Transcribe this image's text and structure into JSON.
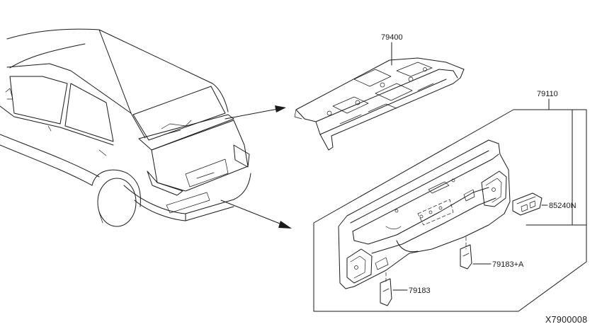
{
  "parts": {
    "rear_parcel_shelf": "79400",
    "rear_panel_assembly": "79110",
    "bracket_right": "85240N",
    "extension_right": "79183+A",
    "extension_left": "79183"
  },
  "drawing_code": "X7900008"
}
